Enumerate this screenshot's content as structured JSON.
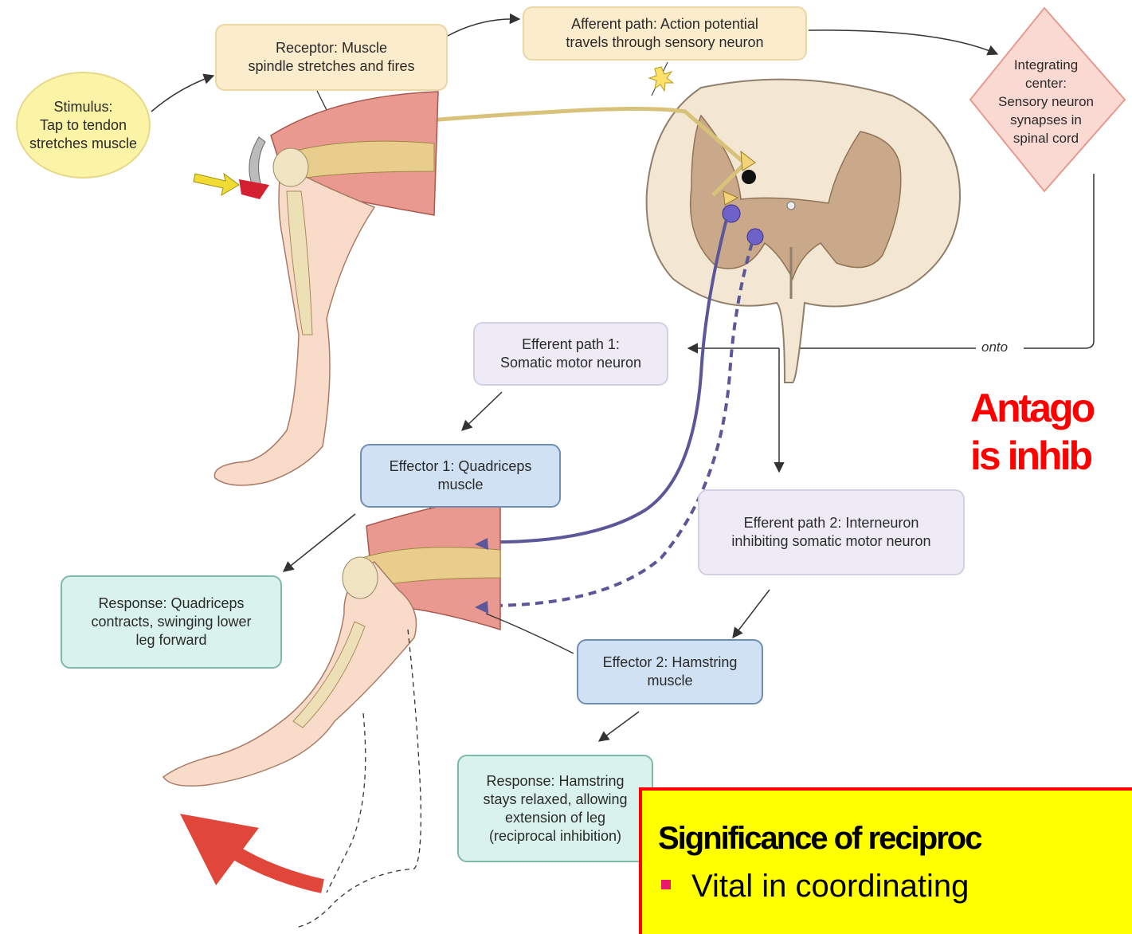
{
  "stimulus": "Stimulus:\nTap to tendon\nstretches muscle",
  "receptor": "Receptor: Muscle\nspindle stretches and fires",
  "afferent_path": "Afferent path: Action potential\ntravels through sensory neuron",
  "integrating_center": "Integrating\ncenter:\nSensory neuron\nsynapses in\nspinal cord",
  "onto": "onto",
  "efferent_path_1": "Efferent path 1:\nSomatic motor neuron",
  "effector_1": "Effector 1: Quadriceps\nmuscle",
  "response_1": "Response: Quadriceps\ncontracts, swinging lower\nleg forward",
  "efferent_path_2": "Efferent path 2: Interneuron\ninhibiting somatic motor neuron",
  "effector_2": "Effector 2: Hamstring\nmuscle",
  "response_2": "Response: Hamstring\nstays relaxed, allowing\nextension of leg\n(reciprocal inhibition)",
  "overlay": {
    "antagonist_line1": "Antago",
    "antagonist_line2": "is inhib",
    "significance_title": "Significance of reciproc",
    "significance_bullet": "Vital in coordinating"
  }
}
